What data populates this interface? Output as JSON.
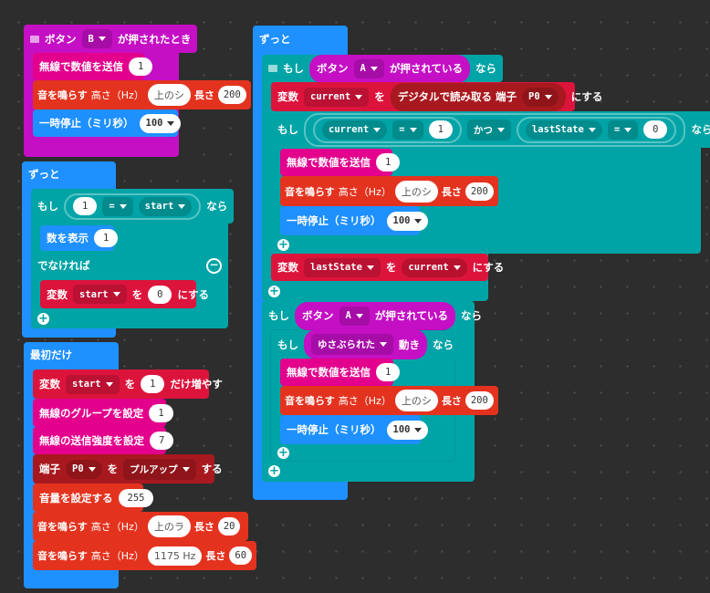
{
  "event_b": {
    "label_button": "ボタン",
    "button": "B",
    "label_pressed": "が押されたとき",
    "send": {
      "label": "無線で数値を送信",
      "value": "1"
    },
    "tone": {
      "label": "音を鳴らす",
      "label_pitch": "高さ（Hz）",
      "note": "上のシ",
      "label_dur": "長さ",
      "dur": "200"
    },
    "pause": {
      "label": "一時停止（ミリ秒）",
      "value": "100"
    }
  },
  "forever1": {
    "label": "ずっと",
    "if_label": "もし",
    "lhs": "1",
    "op": "=",
    "rhs": "start",
    "then": "なら",
    "show": {
      "label": "数を表示",
      "value": "1"
    },
    "else": "でなければ",
    "set": {
      "label": "変数",
      "var": "start",
      "to": "を",
      "value": "0",
      "suffix": "にする"
    }
  },
  "on_start": {
    "label": "最初だけ",
    "change": {
      "label": "変数",
      "var": "start",
      "to": "を",
      "value": "1",
      "suffix": "だけ増やす"
    },
    "group": {
      "label": "無線のグループを設定",
      "value": "1"
    },
    "power": {
      "label": "無線の送信強度を設定",
      "value": "7"
    },
    "pull": {
      "label": "端子",
      "pin": "P0",
      "to": "を",
      "mode": "プルアップ",
      "suffix": "する"
    },
    "volume": {
      "label": "音量を設定する",
      "value": "255"
    },
    "tone1": {
      "label": "音を鳴らす",
      "label_pitch": "高さ（Hz）",
      "note": "上のラ",
      "label_dur": "長さ",
      "dur": "20"
    },
    "tone2": {
      "label": "音を鳴らす",
      "label_pitch": "高さ（Hz）",
      "note": "1175 Hz",
      "label_dur": "長さ",
      "dur": "60"
    }
  },
  "forever2": {
    "label": "ずっと",
    "if1": {
      "label": "もし",
      "cond_button": "ボタン",
      "button": "A",
      "cond_pressed": "が押されている",
      "then": "なら",
      "set": {
        "label": "変数",
        "var": "current",
        "to": "を",
        "read": "デジタルで読み取る 端子",
        "pin": "P0",
        "suffix": "にする"
      },
      "inner": {
        "label": "もし",
        "v1": "current",
        "op1": "=",
        "c1": "1",
        "and": "かつ",
        "v2": "lastState",
        "op2": "=",
        "c2": "0",
        "then": "なら",
        "send": {
          "label": "無線で数値を送信",
          "value": "1"
        },
        "tone": {
          "label": "音を鳴らす",
          "label_pitch": "高さ（Hz）",
          "note": "上のシ",
          "label_dur": "長さ",
          "dur": "200"
        },
        "pause": {
          "label": "一時停止（ミリ秒）",
          "value": "100"
        }
      },
      "set2": {
        "label": "変数",
        "var": "lastState",
        "to": "を",
        "value": "current",
        "suffix": "にする"
      }
    },
    "if2": {
      "label": "もし",
      "cond_button": "ボタン",
      "button": "A",
      "cond_pressed": "が押されている",
      "then": "なら",
      "inner": {
        "label": "もし",
        "gesture": "ゆさぶられた",
        "gesture_suffix": "動き",
        "then": "なら",
        "send": {
          "label": "無線で数値を送信",
          "value": "1"
        },
        "tone": {
          "label": "音を鳴らす",
          "label_pitch": "高さ（Hz）",
          "note": "上のシ",
          "label_dur": "長さ",
          "dur": "200"
        },
        "pause": {
          "label": "一時停止（ミリ秒）",
          "value": "100"
        }
      }
    }
  }
}
